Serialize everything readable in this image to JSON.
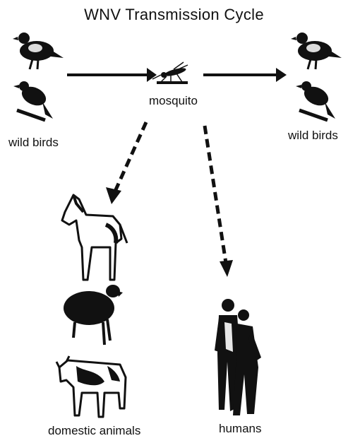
{
  "title": "WNV Transmission Cycle",
  "labels": {
    "wild_birds_left": "wild birds",
    "mosquito": "mosquito",
    "wild_birds_right": "wild birds",
    "domestic_animals": "domestic animals",
    "humans": "humans"
  },
  "colors": {
    "ink": "#111111",
    "background": "#ffffff"
  },
  "icons": [
    "pigeon-icon",
    "crow-icon",
    "mosquito-icon",
    "horse-icon",
    "sheep-icon",
    "cow-icon",
    "humans-icon"
  ]
}
